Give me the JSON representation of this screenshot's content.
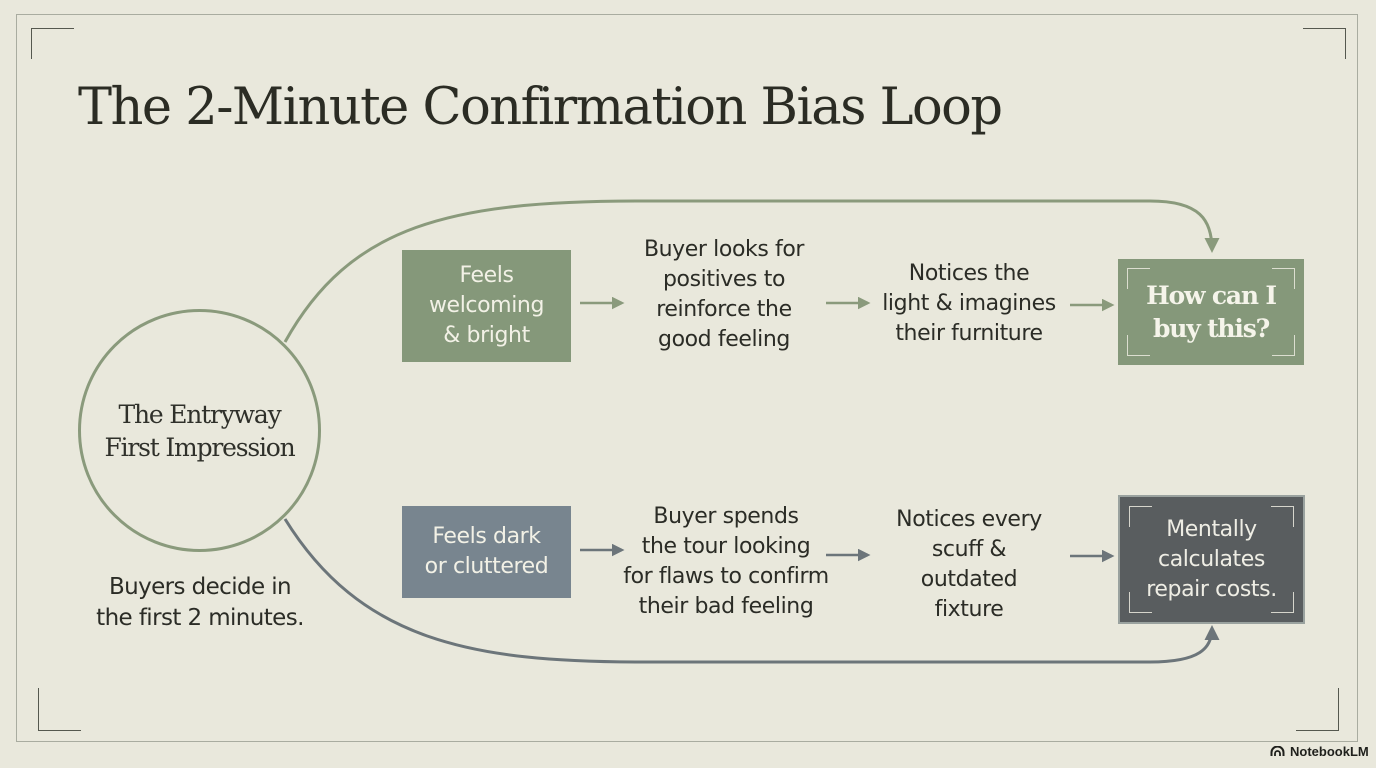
{
  "title": "The 2-Minute Confirmation Bias Loop",
  "center_node": {
    "line1": "The Entryway",
    "line2": "First Impression"
  },
  "center_note": {
    "line1": "Buyers decide in",
    "line2": "the first 2 minutes."
  },
  "positive_path": {
    "trigger": {
      "line1": "Feels",
      "line2": "welcoming",
      "line3": "& bright"
    },
    "step1": {
      "line1": "Buyer looks for",
      "line2": "positives to",
      "line3": "reinforce the",
      "line4": "good feeling"
    },
    "step2": {
      "line1": "Notices the",
      "line2": "light & imagines",
      "line3": "their furniture"
    },
    "outcome": {
      "line1": "How can I",
      "line2": "buy this?"
    }
  },
  "negative_path": {
    "trigger": {
      "line1": "Feels dark",
      "line2": "or cluttered"
    },
    "step1": {
      "line1": "Buyer spends",
      "line2": "the tour looking",
      "line3": "for flaws to confirm",
      "line4": "their bad feeling"
    },
    "step2": {
      "line1": "Notices every",
      "line2": "scuff &",
      "line3": "outdated",
      "line4": "fixture"
    },
    "outcome": {
      "line1": "Mentally",
      "line2": "calculates",
      "line3": "repair costs."
    }
  },
  "brand": {
    "name": "NotebookLM",
    "icon": "notebooklm-logo-icon"
  },
  "colors": {
    "background": "#e9e8dc",
    "green": "#85987a",
    "slate": "#78858f",
    "dark_slate": "#595d5f",
    "positive_line": "#8a9a7c",
    "negative_line": "#6c757a"
  }
}
